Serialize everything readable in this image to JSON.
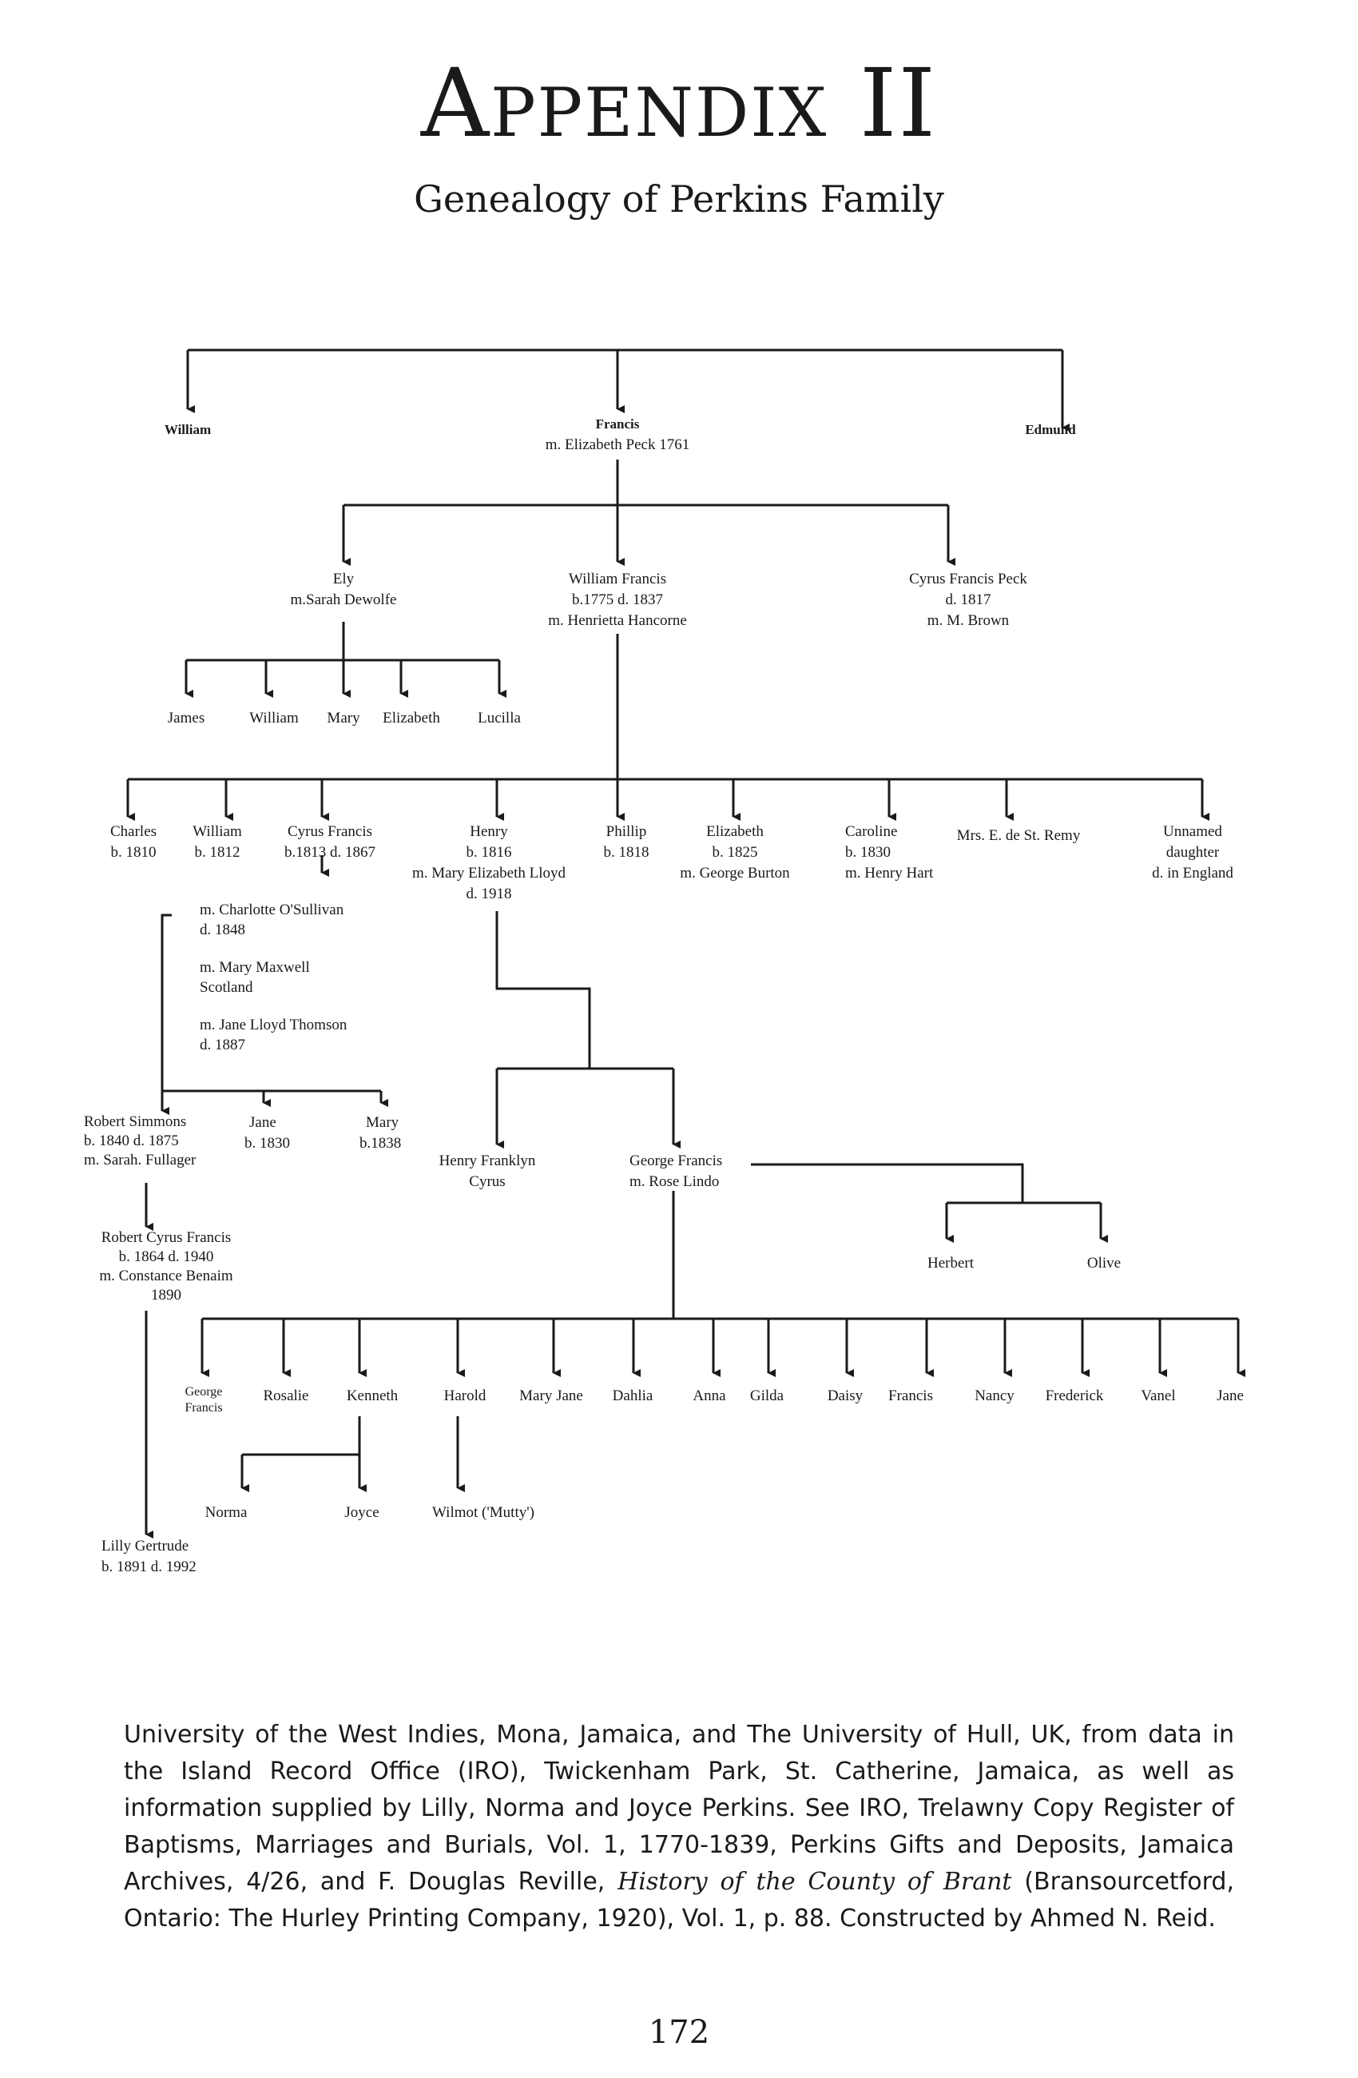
{
  "page": {
    "title_big_a": "A",
    "title_small": "PPENDIX",
    "title_numeral": "II",
    "subtitle": "Genealogy of Perkins Family",
    "page_number": "172"
  },
  "people": {
    "william_g1": "William",
    "francis_g1": "Francis",
    "francis_g1_m": "m. Elizabeth Peck 1761",
    "edmund_g1": "Edmund",
    "ely": "Ely",
    "ely_m": "m.Sarah Dewolfe",
    "william_francis": "William Francis",
    "william_francis_dates": "b.1775 d. 1837",
    "william_francis_m": "m. Henrietta Hancorne",
    "cyrus_francis_peck": "Cyrus Francis Peck",
    "cyrus_francis_peck_d": "d. 1817",
    "cyrus_francis_peck_m": "m. M. Brown",
    "james": "James",
    "william_e": "William",
    "mary_e": "Mary",
    "elizabeth_e": "Elizabeth",
    "lucilla": "Lucilla",
    "charles": "Charles",
    "charles_b": "b. 1810",
    "william_g3": "William",
    "william_g3_b": "b. 1812",
    "cyrus_francis": "Cyrus Francis",
    "cyrus_francis_dates": "b.1813 d. 1867",
    "henry": "Henry",
    "henry_b": "b. 1816",
    "henry_m": "m. Mary Elizabeth Lloyd",
    "henry_d": "d. 1918",
    "phillip": "Phillip",
    "phillip_b": "b. 1818",
    "elizabeth_g3": "Elizabeth",
    "elizabeth_g3_b": "b. 1825",
    "elizabeth_g3_m": "m. George Burton",
    "caroline": "Caroline",
    "caroline_b": "b. 1830",
    "caroline_m": "m. Henry Hart",
    "mrs_remy": "Mrs. E. de St. Remy",
    "unnamed": "Unnamed",
    "unnamed_2": "daughter",
    "unnamed_d": "d. in England",
    "cf_m1": "m. Charlotte O'Sullivan",
    "cf_m1_d": "d. 1848",
    "cf_m2": "m. Mary Maxwell",
    "cf_m2_place": "Scotland",
    "cf_m3": "m. Jane Lloyd Thomson",
    "cf_m3_d": "d. 1887",
    "robert_simmons": "Robert Simmons",
    "robert_simmons_dates": "b. 1840 d. 1875",
    "robert_simmons_m": "m. Sarah. Fullager",
    "jane_cf": "Jane",
    "jane_cf_b": "b. 1830",
    "mary_cf": "Mary",
    "mary_cf_b": "b.1838",
    "robert_cyrus": "Robert Cyrus Francis",
    "robert_cyrus_dates": "b. 1864 d. 1940",
    "robert_cyrus_m": "m. Constance Benaim",
    "robert_cyrus_year": "1890",
    "henry_franklyn": "Henry Franklyn",
    "henry_franklyn_2": "Cyrus",
    "george_francis": "George Francis",
    "george_francis_m": "m. Rose Lindo",
    "herbert": "Herbert",
    "olive": "Olive",
    "george_francis_jr": "George",
    "george_francis_jr_2": "Francis",
    "rosalie": "Rosalie",
    "kenneth": "Kenneth",
    "harold": "Harold",
    "mary_jane": "Mary Jane",
    "dahlia": "Dahlia",
    "anna": "Anna",
    "gilda": "Gilda",
    "daisy": "Daisy",
    "francis_g5": "Francis",
    "nancy": "Nancy",
    "frederick": "Frederick",
    "vanel": "Vanel",
    "jane_g5": "Jane",
    "norma": "Norma",
    "joyce": "Joyce",
    "wilmot": "Wilmot ('Mutty')",
    "lilly": "Lilly Gertrude",
    "lilly_dates": "b. 1891 d. 1992"
  },
  "caption": {
    "part1": "University of the West Indies, Mona, Jamaica, and The University of Hull, UK, from data in the Island Record Office (IRO), Twickenham Park, St. Catherine, Jamaica, as well as information supplied by Lilly, Norma and Joyce Perkins. See IRO, Trelawny Copy Register of Baptisms, Marriages and Burials, Vol. 1, 1770-1839, Perkins Gifts and Deposits, Jamaica Archives, 4/26, and F. Douglas Reville, ",
    "book_title": "History of the County of Brant",
    "part2": " (Bransourcetford, Ontario: The Hurley Printing Company, 1920), Vol. 1, p. 88. Constructed by Ahmed N. Reid."
  }
}
